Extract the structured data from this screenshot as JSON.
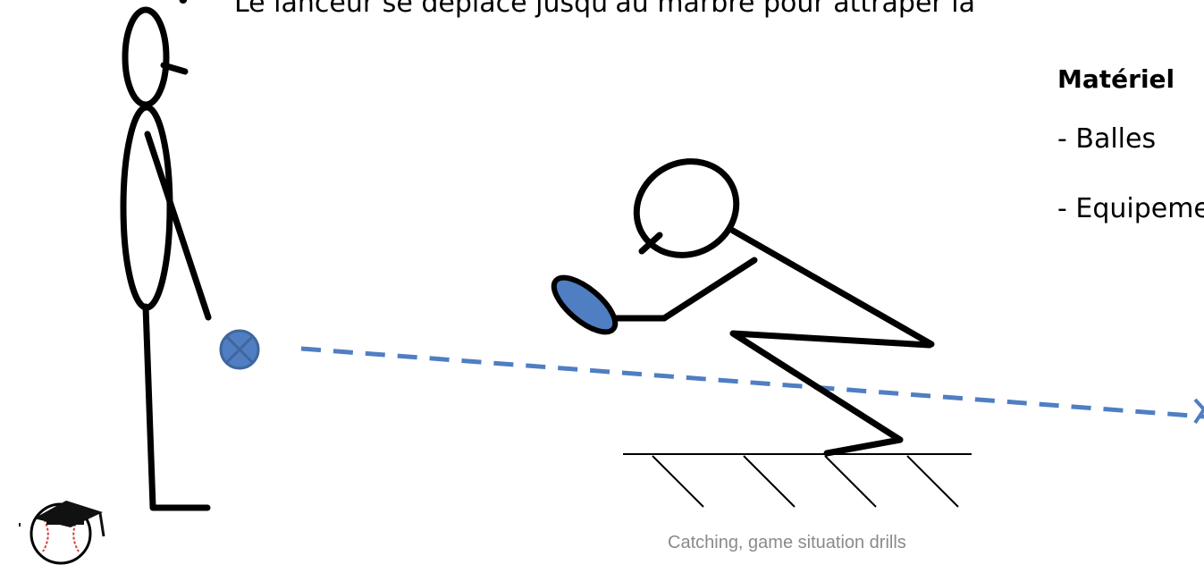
{
  "slide": {
    "header_bullet": "•",
    "header_text": "Le lanceur se déplace jusqu'au marbre pour attraper la",
    "materials": {
      "title": "Matériel",
      "items": [
        "- Balles",
        "- Equipement"
      ]
    },
    "footer": "Catching, game situation drills"
  },
  "colors": {
    "stroke": "#000000",
    "accent_fill": "#4f7ec2",
    "accent_stroke": "#41669e",
    "trajectory": "#4f7ec2",
    "footer_text": "#8a8a8a",
    "ball_red": "#d93b3b"
  },
  "icons": [
    "stick-figure-pitcher",
    "stick-figure-catcher",
    "ball-marker-icon",
    "glove-icon",
    "graduation-baseball-logo-icon",
    "arrow-head-icon"
  ]
}
